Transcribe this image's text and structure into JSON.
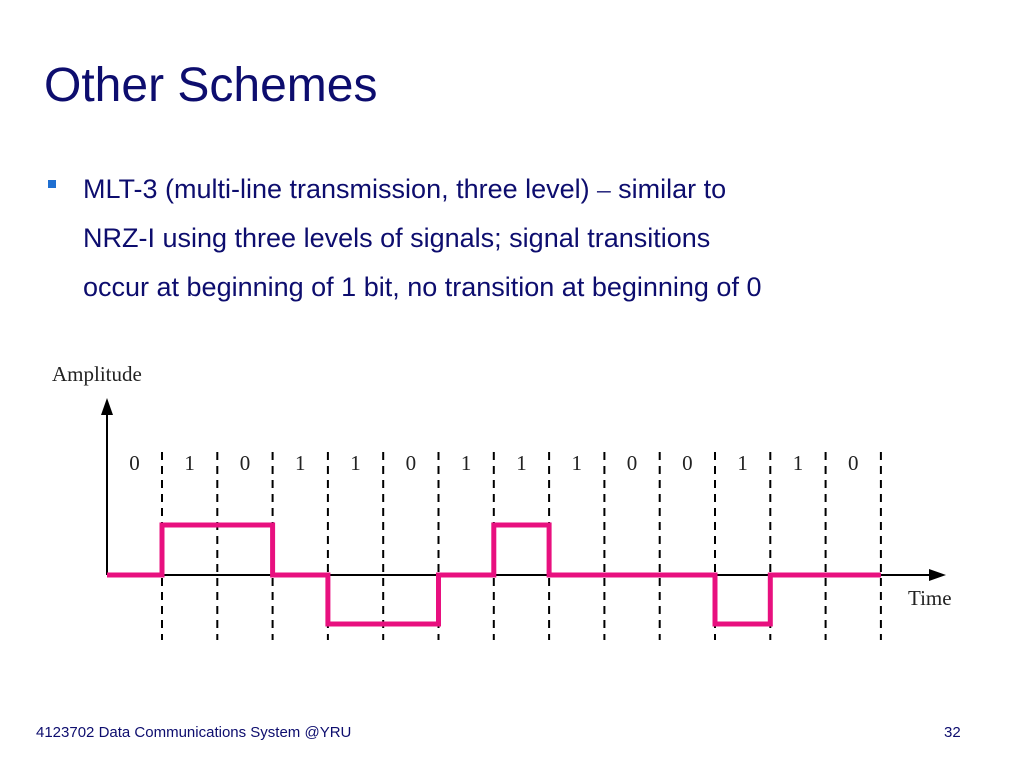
{
  "slide": {
    "title": "Other Schemes",
    "bullet": {
      "line1_a": "MLT-3 (multi-line transmission, three level) ",
      "dash": "–",
      "line1_b": " similar to",
      "line2": "NRZ-I using three levels of signals; signal transitions",
      "line3": "occur at beginning of 1 bit, no transition at beginning of 0"
    }
  },
  "diagram": {
    "y_axis_label": "Amplitude",
    "x_axis_label": "Time",
    "bits": [
      "0",
      "1",
      "0",
      "1",
      "1",
      "0",
      "1",
      "1",
      "1",
      "0",
      "0",
      "1",
      "1",
      "0"
    ],
    "signal_levels": [
      0,
      1,
      1,
      0,
      -1,
      -1,
      0,
      1,
      0,
      0,
      0,
      -1,
      0,
      0
    ],
    "signal_color": "#e8107f"
  },
  "footer": {
    "course": "4123702 Data Communications System @YRU",
    "page_number": "32"
  }
}
